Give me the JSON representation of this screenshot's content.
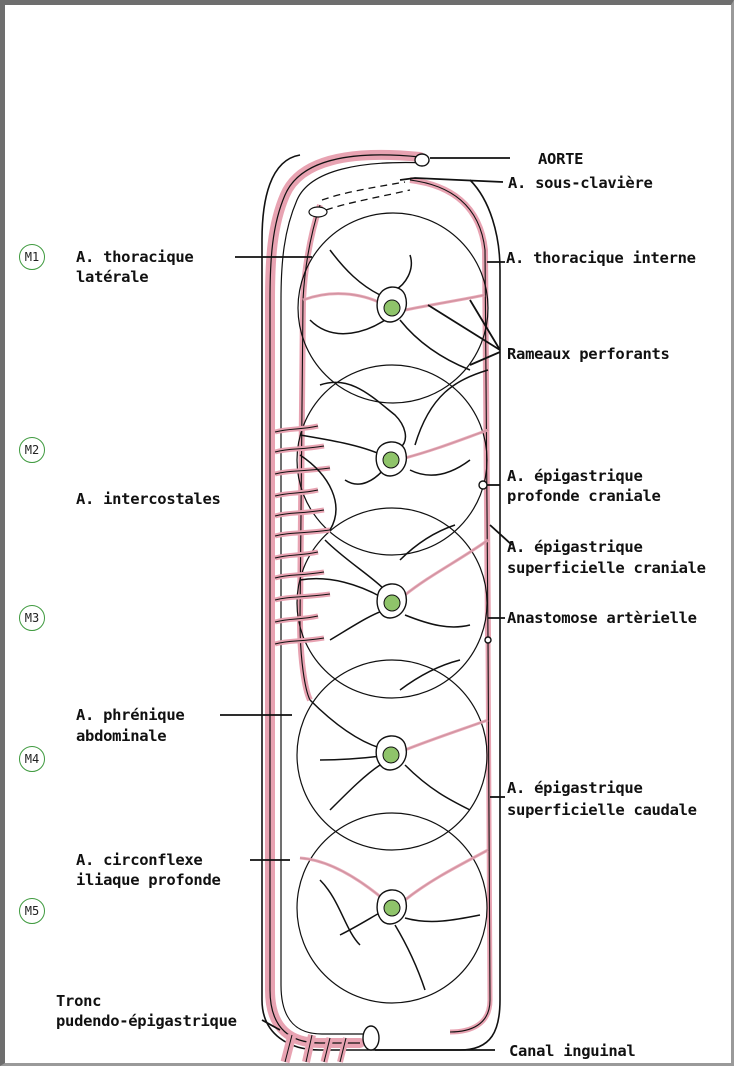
{
  "labels": {
    "aorte": "AORTE",
    "sous_claviere": "A. sous-clavière",
    "thoracique_laterale_1": "A. thoracique",
    "thoracique_laterale_2": "latérale",
    "thoracique_interne": "A. thoracique interne",
    "rameaux_perforants": "Rameaux perforants",
    "intercostales": "A. intercostales",
    "epi_prof_cran_1": "A. épigastrique",
    "epi_prof_cran_2": "profonde craniale",
    "epi_sup_cran_1": "A. épigastrique",
    "epi_sup_cran_2": "superficielle craniale",
    "anastomose": "Anastomose artèrielle",
    "phrenique_1": "A. phrénique",
    "phrenique_2": "abdominale",
    "epi_sup_caud_1": "A. épigastrique",
    "epi_sup_caud_2": "superficielle caudale",
    "circonflexe_1": "A. circonflexe",
    "circonflexe_2": "iliaque profonde",
    "tronc_1": "Tronc",
    "tronc_2": "pudendo-épigastrique",
    "canal": "Canal inguinal"
  },
  "mammary_pairs": [
    "M1",
    "M2",
    "M3",
    "M4",
    "M5"
  ],
  "colors": {
    "artery": "#e8a3b2",
    "artery_dark": "#c97487",
    "ink": "#111111",
    "teat": "#8fc46a",
    "badge": "#3f9a3f"
  }
}
